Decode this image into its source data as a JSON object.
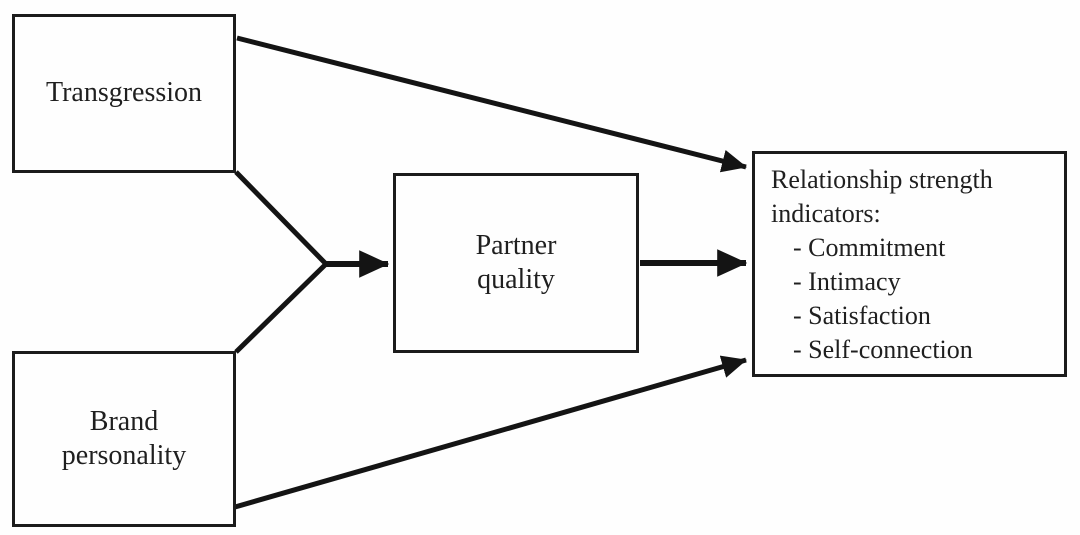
{
  "diagram": {
    "nodes": {
      "transgression": {
        "label": "Transgression"
      },
      "brand_personality": {
        "label": "Brand personality"
      },
      "partner_quality": {
        "label": "Partner quality"
      },
      "relationship_strength": {
        "title": "Relationship strength indicators:",
        "items": [
          "- Commitment",
          "- Intimacy",
          "- Satisfaction",
          "- Self-connection"
        ]
      }
    },
    "edges": [
      {
        "from": "transgression",
        "to": "relationship_strength",
        "type": "direct-arrow"
      },
      {
        "from": "transgression",
        "to": "partner_quality",
        "type": "merged-arrow"
      },
      {
        "from": "brand_personality",
        "to": "partner_quality",
        "type": "merged-arrow"
      },
      {
        "from": "partner_quality",
        "to": "relationship_strength",
        "type": "direct-arrow"
      },
      {
        "from": "brand_personality",
        "to": "relationship_strength",
        "type": "direct-arrow"
      }
    ],
    "colors": {
      "line": "#141414",
      "box_border": "#1c1c1c",
      "background": "#fefefe",
      "text": "#1f1f1f"
    }
  }
}
